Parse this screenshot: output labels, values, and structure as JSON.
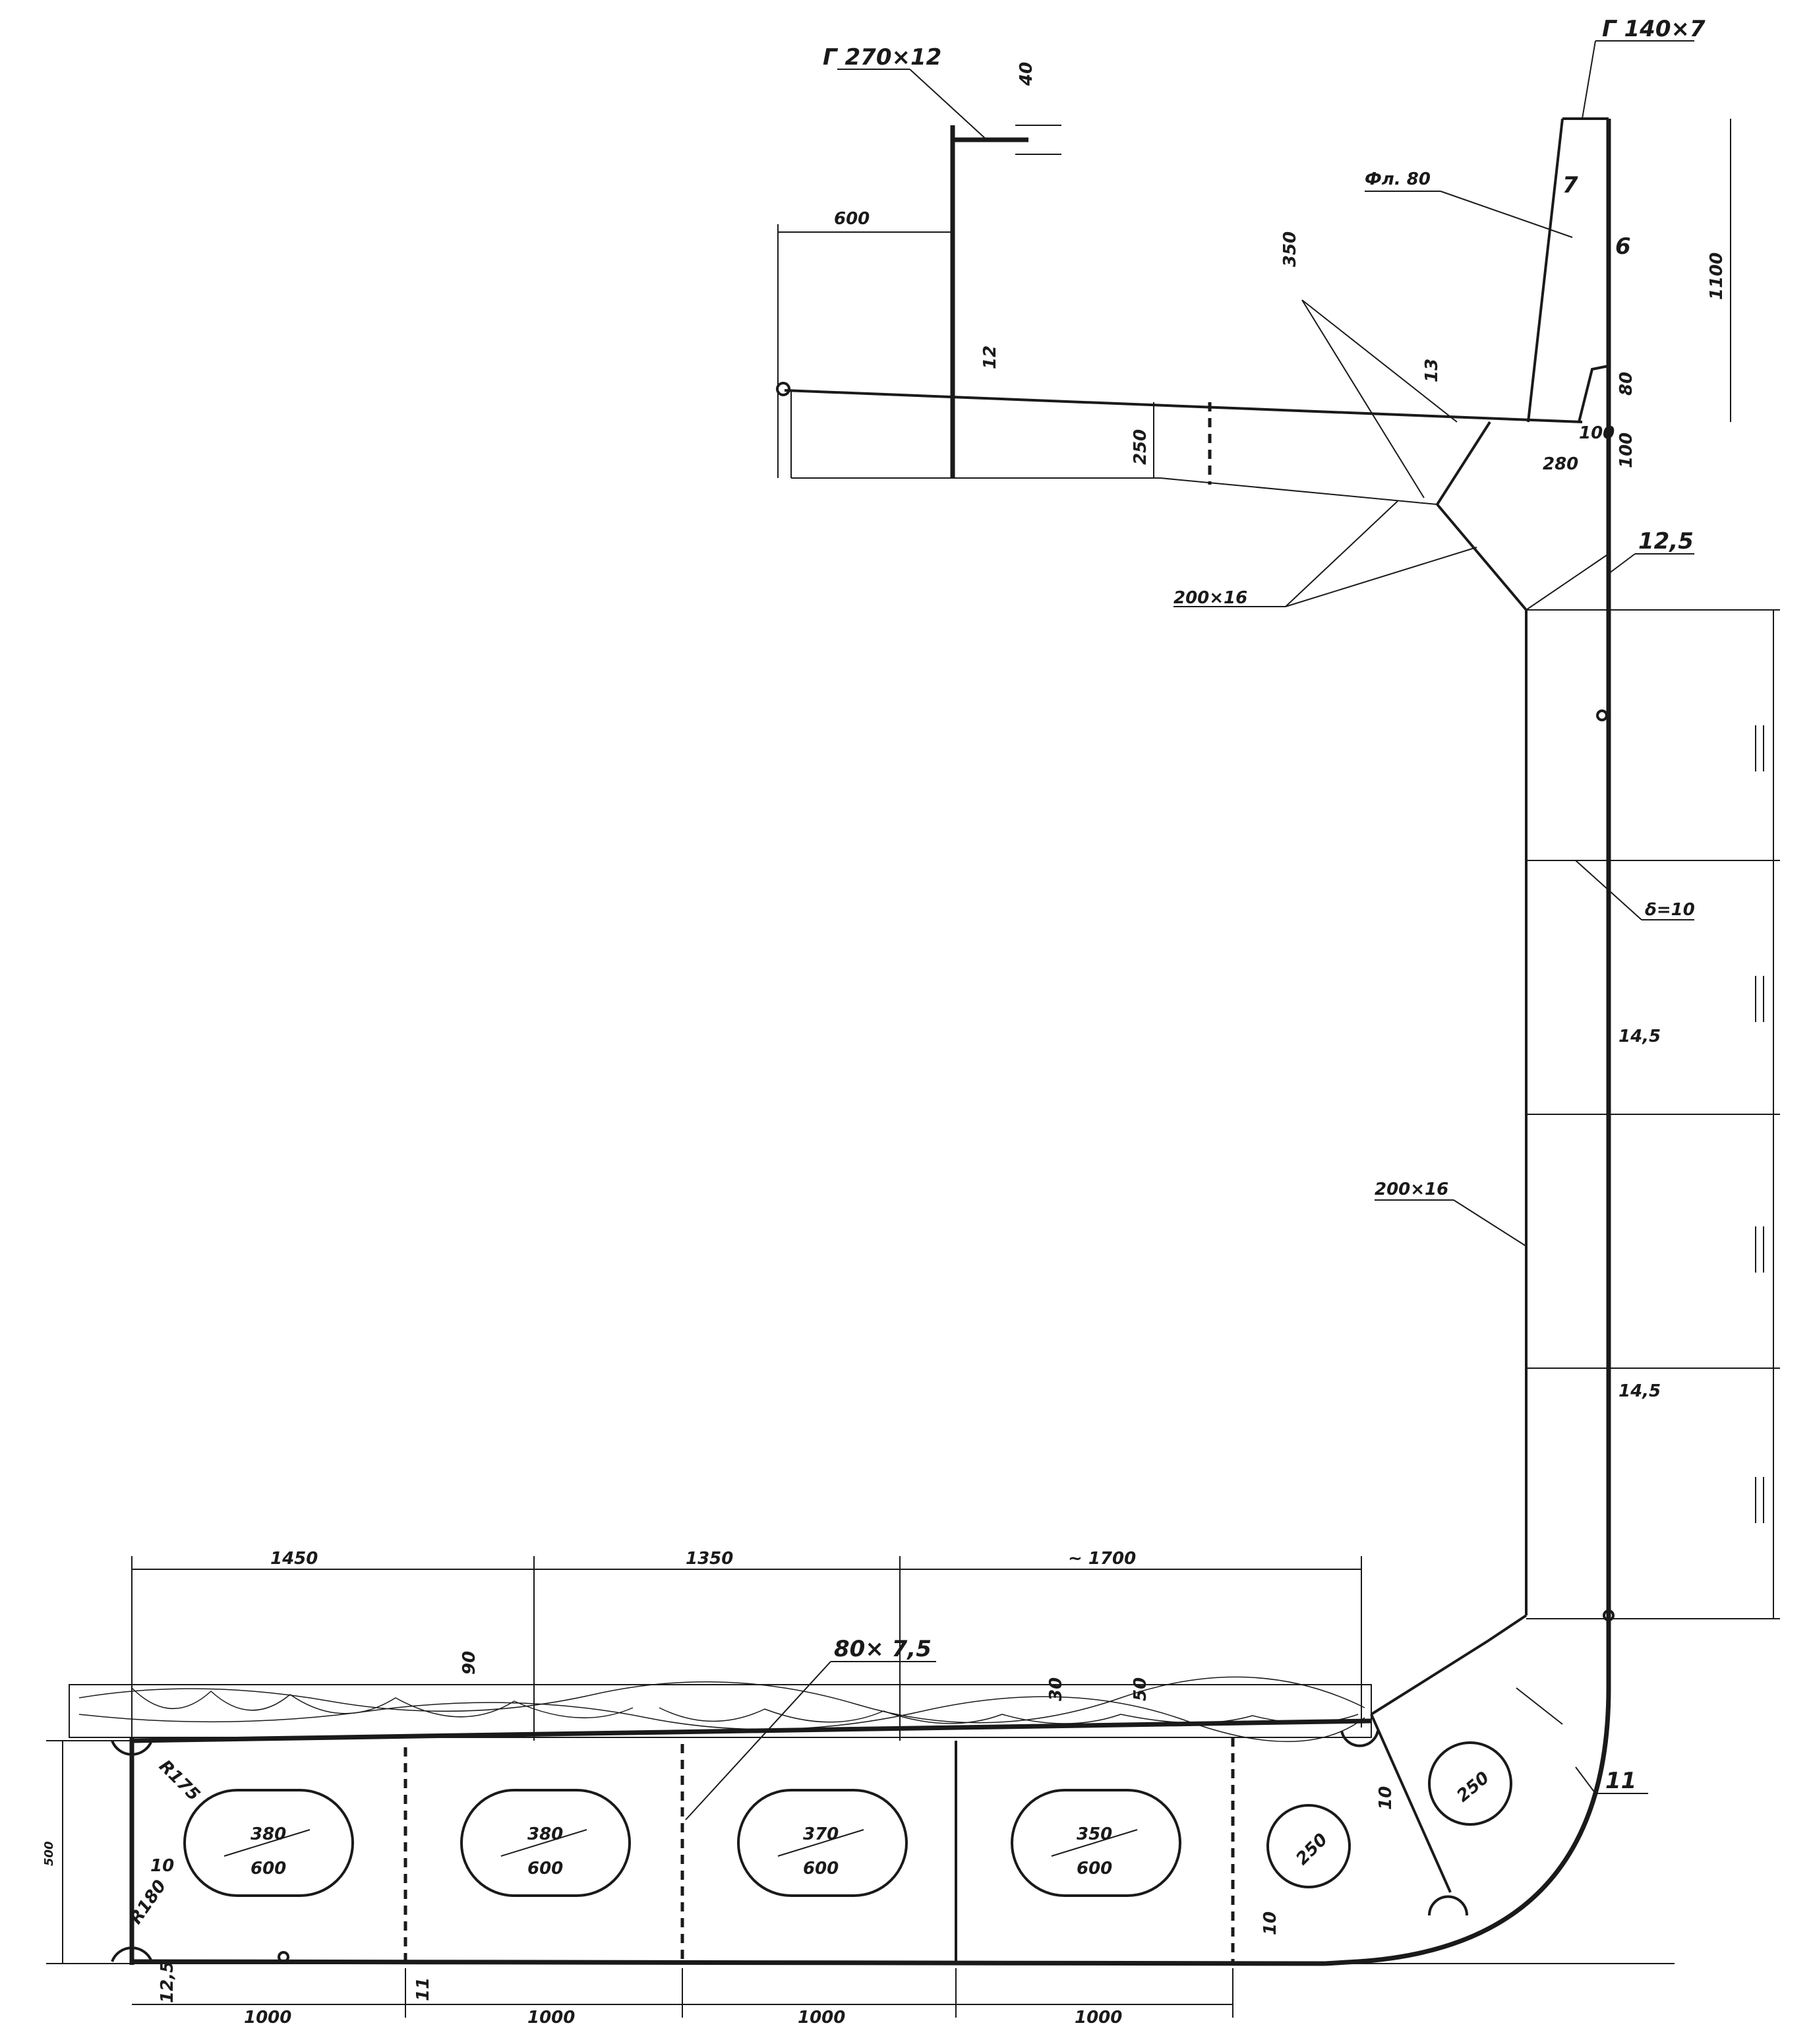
{
  "callouts": {
    "top_left_profile": "Г 270×12",
    "top_right_profile": "Г 140×7",
    "flange": "Фл. 80",
    "deck_bracket": "200×16",
    "side_frame": "200×16",
    "bracket_thickness": "δ=10",
    "side_plate_upper": "12,5",
    "longitudinal_floor": "80× 7,5",
    "bilge_plate": "11"
  },
  "dimensions": {
    "d40": "40",
    "d600": "600",
    "d12": "12",
    "d250": "250",
    "d350": "350",
    "d13": "13",
    "d7": "7",
    "d6": "6",
    "d1100": "1100",
    "d80": "80",
    "d100a": "100",
    "d280": "280",
    "d100b": "100",
    "d14_5a": "14,5",
    "d14_5b": "14,5",
    "top_1450": "1450",
    "top_1350": "1350",
    "top_1700": "~ 1700",
    "d90": "90",
    "d30": "30",
    "d50": "50",
    "d500": "500",
    "r175": "R175",
    "r180": "R180",
    "d10_left": "10",
    "d12_5": "12,5",
    "d11_bottom": "11",
    "d10_floor": "10",
    "d10_bracket": "10",
    "bot_1000a": "1000",
    "bot_1000b": "1000",
    "bot_1000c": "1000",
    "bot_1000d": "1000"
  },
  "openings": [
    {
      "top": "380",
      "bottom": "600"
    },
    {
      "top": "380",
      "bottom": "600"
    },
    {
      "top": "370",
      "bottom": "600"
    },
    {
      "top": "350",
      "bottom": "600"
    }
  ],
  "round_holes": [
    "250",
    "250"
  ],
  "colors": {
    "ink": "#1a1a1a",
    "paper": "#ffffff",
    "hatch": "#555555"
  }
}
